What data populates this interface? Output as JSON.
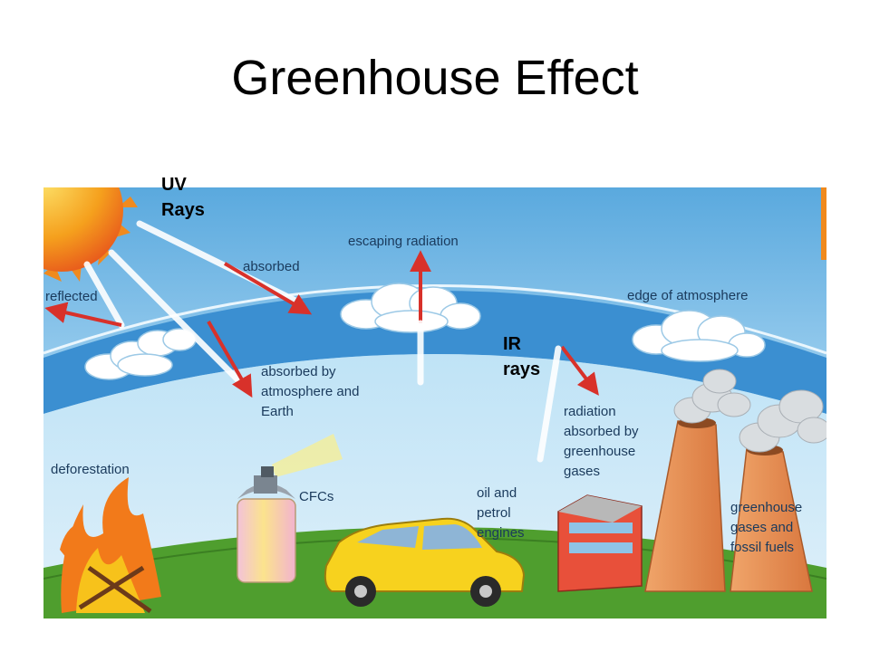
{
  "slide": {
    "title": "Greenhouse Effect"
  },
  "callouts": {
    "uv": {
      "line1": "UV",
      "line2": "Rays"
    },
    "ir": {
      "line1": "IR",
      "line2": "rays"
    }
  },
  "diagram": {
    "labels": {
      "reflected": "reflected",
      "absorbed": "absorbed",
      "escaping_radiation": "escaping radiation",
      "edge_of_atmosphere": "edge of atmosphere",
      "absorbed_by_1": "absorbed by",
      "absorbed_by_2": "atmosphere and",
      "absorbed_by_3": "Earth",
      "radiation_absorbed_1": "radiation",
      "radiation_absorbed_2": "absorbed by",
      "radiation_absorbed_3": "greenhouse",
      "radiation_absorbed_4": "gases",
      "deforestation": "deforestation",
      "cfcs": "CFCs",
      "oil_1": "oil and",
      "oil_2": "petrol",
      "oil_3": "engines",
      "ghg_1": "greenhouse",
      "ghg_2": "gases and",
      "ghg_3": "fossil fuels"
    },
    "colors": {
      "sky_top": "#5aa9de",
      "sky_bottom": "#cfe9f7",
      "atmosphere_band": "#3b8fd1",
      "ground": "#4f9e2e",
      "arrow": "#d8312a",
      "sun": "#f2a51c"
    }
  }
}
